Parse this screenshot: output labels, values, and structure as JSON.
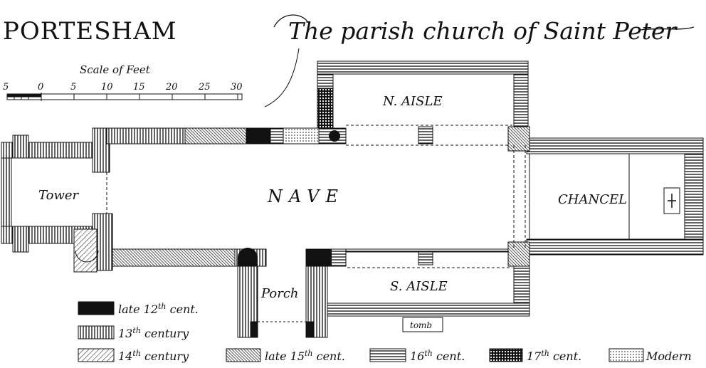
{
  "title": {
    "place": "PORTESHAM",
    "subtitle": "The parish church of Saint Peter"
  },
  "scale": {
    "label": "Scale of Feet",
    "ticks": [
      "5",
      "0",
      "5",
      "10",
      "15",
      "20",
      "25",
      "30"
    ]
  },
  "rooms": {
    "tower": "Tower",
    "nave": "NAVE",
    "chancel": "CHANCEL",
    "north_aisle": "N. AISLE",
    "south_aisle": "S. AISLE",
    "porch": "Porch",
    "tomb": "tomb"
  },
  "legend": [
    {
      "key": "late12",
      "prefix": "late 12",
      "sup": "th",
      "suffix": " cent."
    },
    {
      "key": "c13",
      "prefix": "13",
      "sup": "th",
      "suffix": " century"
    },
    {
      "key": "c14",
      "prefix": "14",
      "sup": "th",
      "suffix": " century"
    },
    {
      "key": "late15",
      "prefix": "late 15",
      "sup": "th",
      "suffix": " cent."
    },
    {
      "key": "c16",
      "prefix": "16",
      "sup": "th",
      "suffix": " cent."
    },
    {
      "key": "c17",
      "prefix": "17",
      "sup": "th",
      "suffix": " cent."
    },
    {
      "key": "modern",
      "prefix": "Modern",
      "sup": "",
      "suffix": ""
    }
  ],
  "colors": {
    "ink": "#111111",
    "paper": "#ffffff"
  }
}
